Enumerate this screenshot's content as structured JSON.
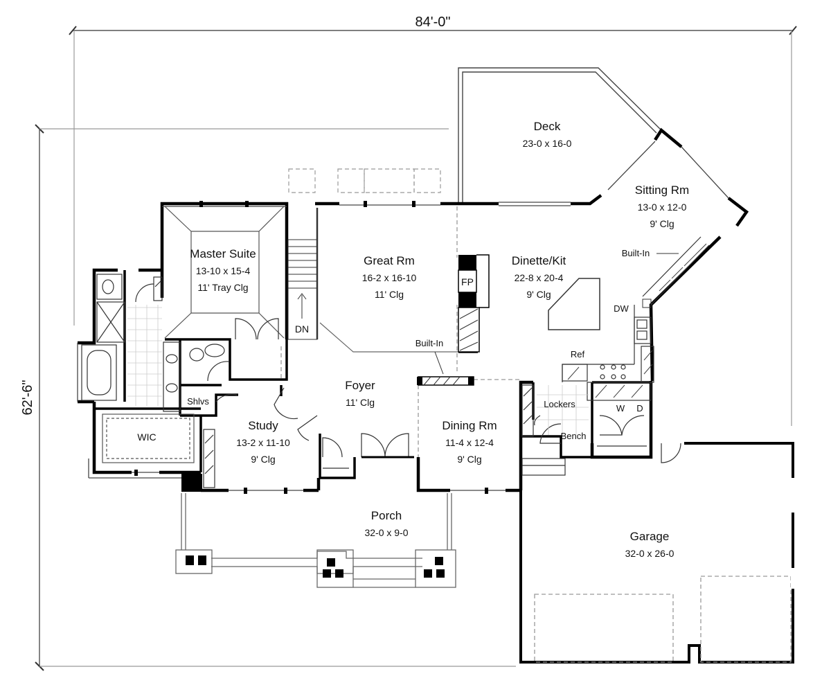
{
  "dimensions": {
    "width": "84'-0\"",
    "depth": "62'-6\""
  },
  "rooms": {
    "deck": {
      "name": "Deck",
      "size": "23-0 x 16-0"
    },
    "sitting": {
      "name": "Sitting Rm",
      "size": "13-0 x 12-0",
      "ceiling": "9' Clg"
    },
    "master": {
      "name": "Master Suite",
      "size": "13-10 x 15-4",
      "ceiling": "11' Tray Clg"
    },
    "great": {
      "name": "Great Rm",
      "size": "16-2 x 16-10",
      "ceiling": "11' Clg"
    },
    "dinette": {
      "name": "Dinette/Kit",
      "size": "22-8 x 20-4",
      "ceiling": "9' Clg"
    },
    "foyer": {
      "name": "Foyer",
      "ceiling": "11' Clg"
    },
    "study": {
      "name": "Study",
      "size": "13-2 x 11-10",
      "ceiling": "9' Clg"
    },
    "dining": {
      "name": "Dining Rm",
      "size": "11-4 x 12-4",
      "ceiling": "9' Clg"
    },
    "porch": {
      "name": "Porch",
      "size": "32-0 x 9-0"
    },
    "garage": {
      "name": "Garage",
      "size": "32-0 x 26-0"
    },
    "wic": {
      "name": "WIC"
    }
  },
  "labels": {
    "fp": "FP",
    "dn": "DN",
    "builtin_great": "Built-In",
    "builtin_sitting": "Built-In",
    "dw": "DW",
    "ref": "Ref",
    "shlvs": "Shlvs",
    "lockers": "Lockers",
    "bench": "Bench",
    "w": "W",
    "d": "D"
  }
}
